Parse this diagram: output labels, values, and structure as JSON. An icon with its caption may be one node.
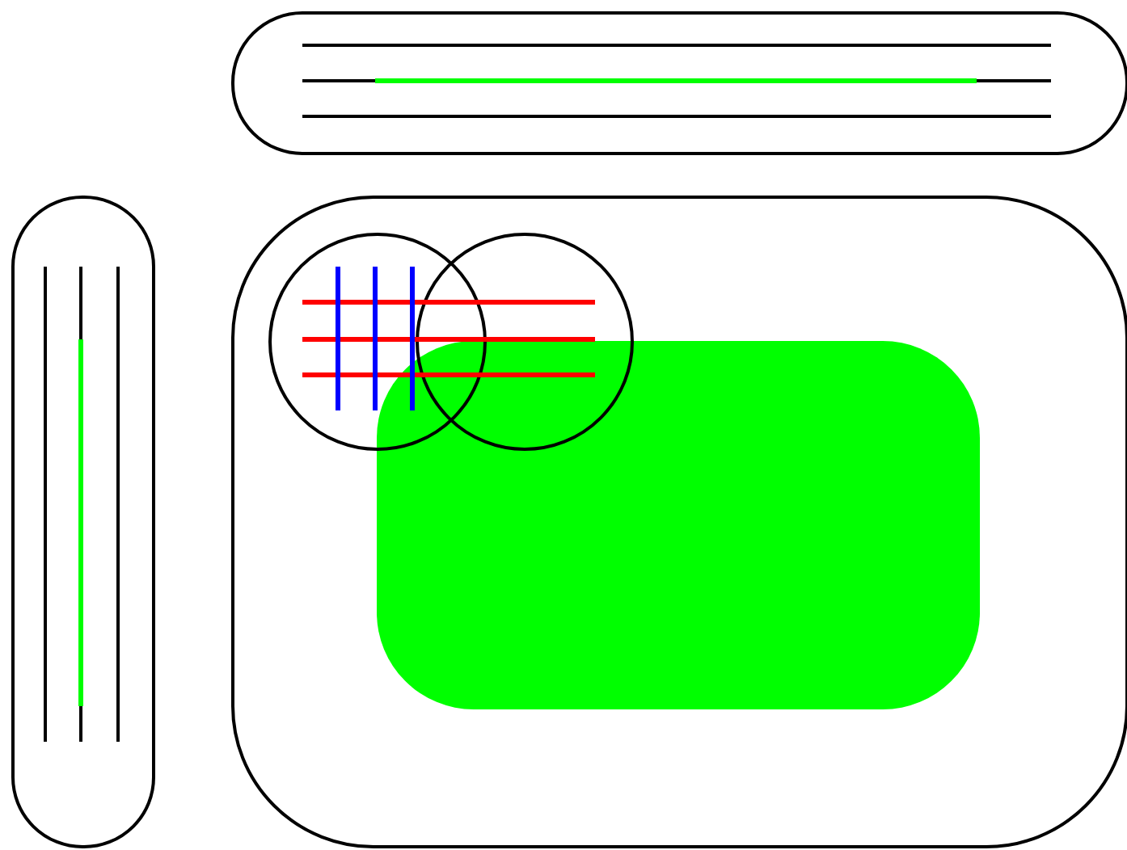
{
  "diagram": {
    "nodes": [
      {
        "text": [],
        "shape": "box"
      },
      {
        "text": [],
        "shape": "box"
      },
      {
        "text": [],
        "shape": "box"
      },
      {
        "text": [],
        "shape": "circle",
        "in": 2
      },
      {
        "text": [],
        "shape": "circle",
        "in": 2
      },
      {
        "text": [],
        "shape": "box",
        "in": 2
      }
    ]
  }
}
